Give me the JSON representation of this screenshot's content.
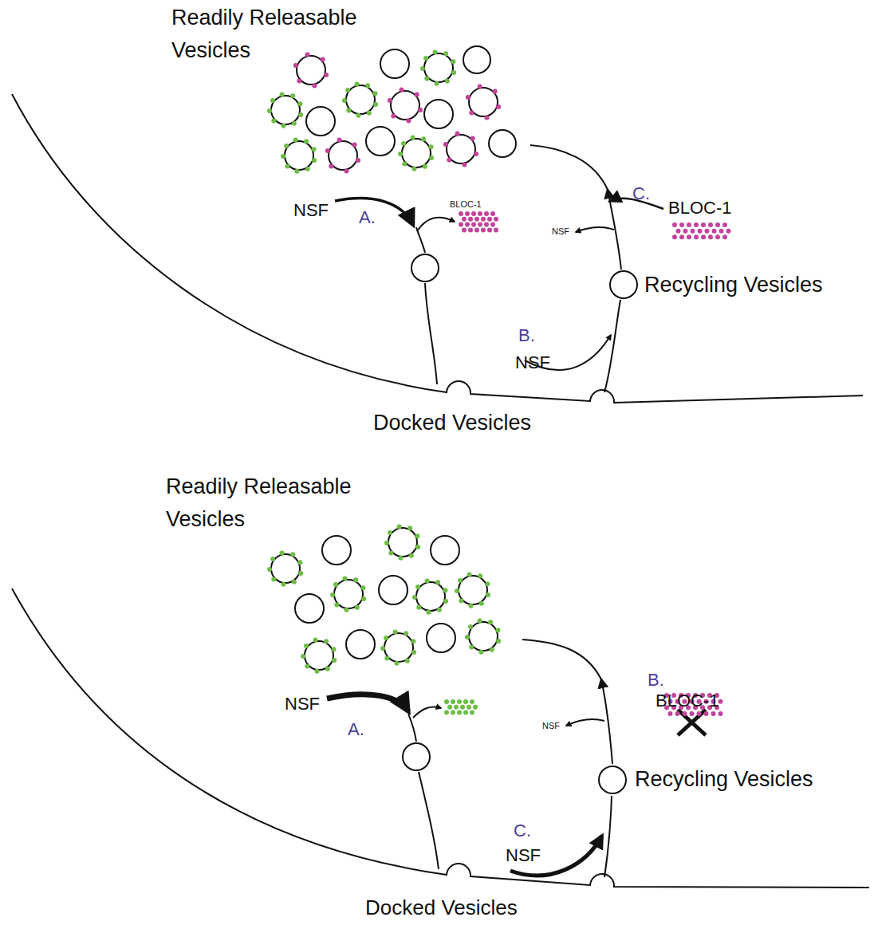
{
  "diagram": {
    "labels": [
      "Readily Releasable Vesicles",
      "NSF",
      "A.",
      "BLOC-1",
      "C.",
      "NSF",
      "BLOC-1",
      "Recycling Vesicles",
      "B.",
      "NSF",
      "Docked Vesicles",
      "Readily Releasable Vesicles",
      "NSF",
      "A.",
      "B.",
      "NSF",
      "BLOC-1",
      "Recycling Vesicles",
      "C.",
      "NSF",
      "Docked Vesicles"
    ]
  }
}
